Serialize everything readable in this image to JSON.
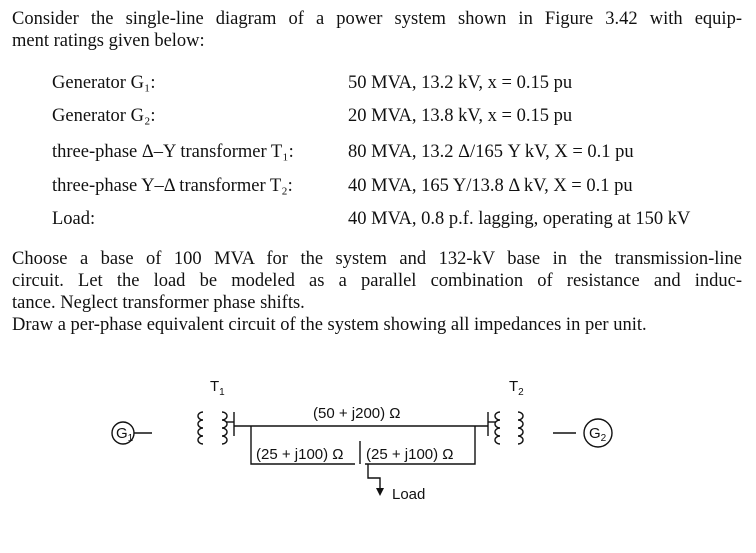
{
  "intro": {
    "line1": "Consider the single-line diagram of a power system shown in Figure 3.42 with equip-",
    "line2": "ment ratings given below:"
  },
  "specs": [
    {
      "label": "Generator G₁:",
      "value": "50 MVA, 13.2 kV, x = 0.15 pu"
    },
    {
      "label": "Generator G₂:",
      "value": "20 MVA, 13.8 kV, x = 0.15 pu"
    },
    {
      "label": "three-phase Δ–Y transformer T₁:",
      "value": "80 MVA, 13.2 Δ/165 Y kV, X = 0.1 pu"
    },
    {
      "label": "three-phase Y–Δ transformer T₂:",
      "value": "40 MVA, 165 Y/13.8 Δ kV, X = 0.1 pu"
    },
    {
      "label": "Load:",
      "value": "40 MVA, 0.8 p.f. lagging, operating at 150 kV"
    }
  ],
  "body": {
    "line1": "Choose a base of 100 MVA for the system and 132-kV base in the transmission-line",
    "line2": "circuit. Let the load be modeled as a parallel combination of resistance and induc-",
    "line3": "tance. Neglect transformer phase shifts.",
    "line4": "Draw a per-phase equivalent circuit of the system showing all impedances in per unit."
  },
  "diagram": {
    "t1_label": "T",
    "t1_sub": "1",
    "t2_label": "T",
    "t2_sub": "2",
    "g1_label": "G",
    "g1_sub": "1",
    "g2_label": "G",
    "g2_sub": "2",
    "line_top": "(50 + j200) Ω",
    "line_left": "(25 + j100) Ω",
    "line_right": "(25 + j100) Ω",
    "load_label": "Load"
  }
}
